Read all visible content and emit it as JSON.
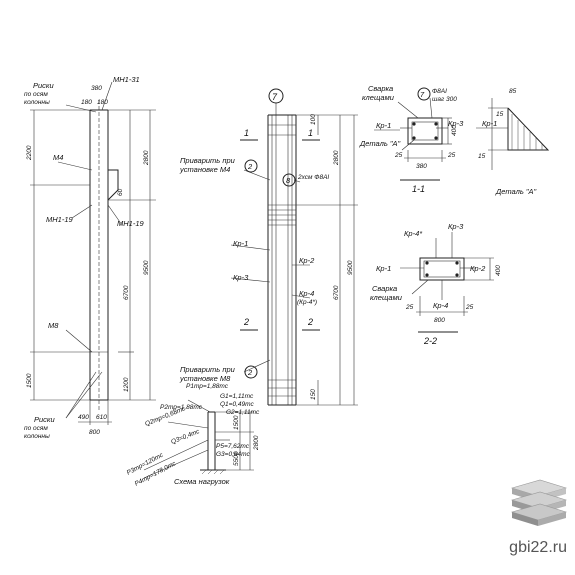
{
  "labels": {
    "riski_top": "Риски",
    "po_osyam_top": "по осям",
    "kolonny_top": "колонны",
    "riski_bot": "Риски",
    "po_osyam_bot": "по осям",
    "kolonny_bot": "колонны",
    "mn1_31": "МН1-31",
    "m4": "М4",
    "mn1_19_left": "МН1-19",
    "mn1_19_right": "МН1-19",
    "m8": "М8",
    "weld_m4_1": "Приварить при",
    "weld_m4_2": "установке М4",
    "weld_m8_1": "Приварить при",
    "weld_m8_2": "установке М8",
    "two_phi": "2хсм Ф8АI",
    "kr1": "Кр-1",
    "kr3": "Кр-3",
    "kr2": "Кр-2",
    "kr4": "Кр-4",
    "kr4_sub": "(Кр-4*)",
    "sec1_left": "1",
    "sec1_right": "1",
    "sec2_left": "2",
    "sec2_right": "2",
    "svarka_1": "Сварка",
    "svarka_2": "клещами",
    "phi_1": "Ф8АI",
    "phi_2": "шаг 300",
    "det_a": "Деталь \"А\"",
    "det_a_title": "Деталь \"А\"",
    "sec_title_1": "1-1",
    "sec_title_2": "2-2",
    "kr4_star": "Кр-4*",
    "load_title": "Схема нагрузок",
    "circle7": "7",
    "circle2a": "2",
    "circle8": "8",
    "circle2b": "2"
  },
  "dims": {
    "d380": "380",
    "d180a": "180",
    "d180b": "180",
    "d2200": "2200",
    "d2800a": "2800",
    "d9500a": "9500",
    "d6700a": "6700",
    "d1500": "1500",
    "d1200": "1200",
    "d490": "490",
    "d610": "610",
    "d800a": "800",
    "d100": "100",
    "d150": "150",
    "d60": "60",
    "d2800b": "2800",
    "d9500b": "9500",
    "d6700b": "6700",
    "d400a": "400",
    "d25a": "25",
    "d25b": "25",
    "d380b": "380",
    "d400b": "400",
    "d800b": "800",
    "d25c": "25",
    "d25d": "25",
    "d85": "85",
    "d15a": "15",
    "d15b": "15",
    "d2800c": "2800",
    "d5500": "5500",
    "d1500b": "1500"
  },
  "loads": {
    "p1": "P1тр=1,88тс",
    "p2": "P2тр=1,88тс",
    "g1": "G1=1,11тс",
    "q1": "Q1=0,49тс",
    "g2": "G2=1,11тс",
    "p3": "P3тр=120тс",
    "p4": "P4тр=178,0тс",
    "q2": "Q2тр=0,68тс",
    "q3": "Q3=0,4тс",
    "p5": "P5=7,62тс",
    "g3": "G3=0,64тс"
  },
  "watermark": "gbi22.ru",
  "colors": {
    "ink": "#222222",
    "bg": "#ffffff",
    "logo": "#8a8a8a"
  }
}
